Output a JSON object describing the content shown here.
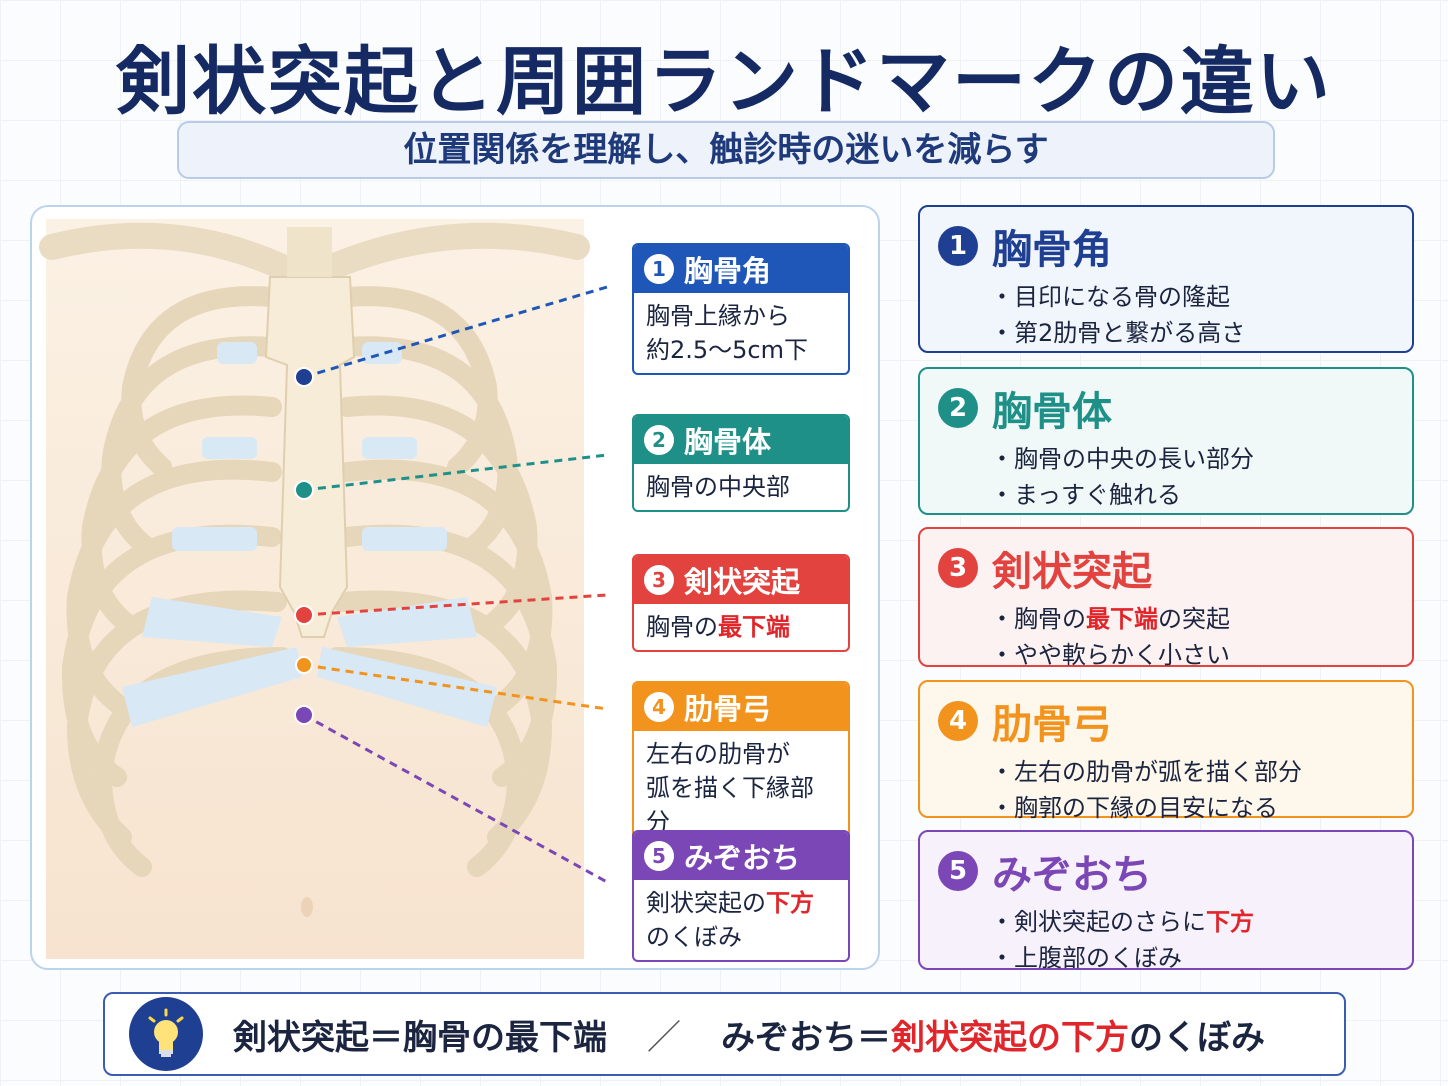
{
  "title": "剣状突起と周囲ランドマークの違い",
  "subtitle": "位置関係を理解し、触診時の迷いを減らす",
  "colors": {
    "navy": "#152a62",
    "blue": "#1f57b8",
    "teal": "#1e9088",
    "red": "#e2433f",
    "orange": "#f2931e",
    "purple": "#7b46b5",
    "highlight_red": "#e0262b"
  },
  "landmarks": [
    {
      "number": "1",
      "name": "胸骨角",
      "callout_lines": [
        "胸骨上縁から",
        "約2.5〜5cm下"
      ],
      "bullets": [
        "目印になる骨の隆起",
        "第2肋骨と繋がる高さ"
      ]
    },
    {
      "number": "2",
      "name": "胸骨体",
      "callout_lines": [
        "胸骨の中央部"
      ],
      "bullets": [
        "胸骨の中央の長い部分",
        "まっすぐ触れる"
      ]
    },
    {
      "number": "3",
      "name": "剣状突起",
      "callout_pre": "胸骨の",
      "callout_hl": "最下端",
      "bullet1_pre": "胸骨の",
      "bullet1_hl": "最下端",
      "bullet1_post": "の突起",
      "bullet2": "やや軟らかく小さい"
    },
    {
      "number": "4",
      "name": "肋骨弓",
      "callout_lines": [
        "左右の肋骨が",
        "弧を描く下縁部分"
      ],
      "bullets": [
        "左右の肋骨が弧を描く部分",
        "胸郭の下縁の目安になる"
      ]
    },
    {
      "number": "5",
      "name": "みぞおち",
      "callout_pre": "剣状突起の",
      "callout_hl": "下方",
      "callout_line2": "のくぼみ",
      "bullet1_pre": "剣状突起のさらに",
      "bullet1_hl": "下方",
      "bullet2": "上腹部のくぼみ"
    }
  ],
  "summary": {
    "left": "剣状突起＝胸骨の最下端",
    "separator": "／",
    "right_pre": "みぞおち＝",
    "right_hl": "剣状突起の下方",
    "right_post": "のくぼみ"
  },
  "icons": {
    "bulb": "lightbulb-icon"
  }
}
